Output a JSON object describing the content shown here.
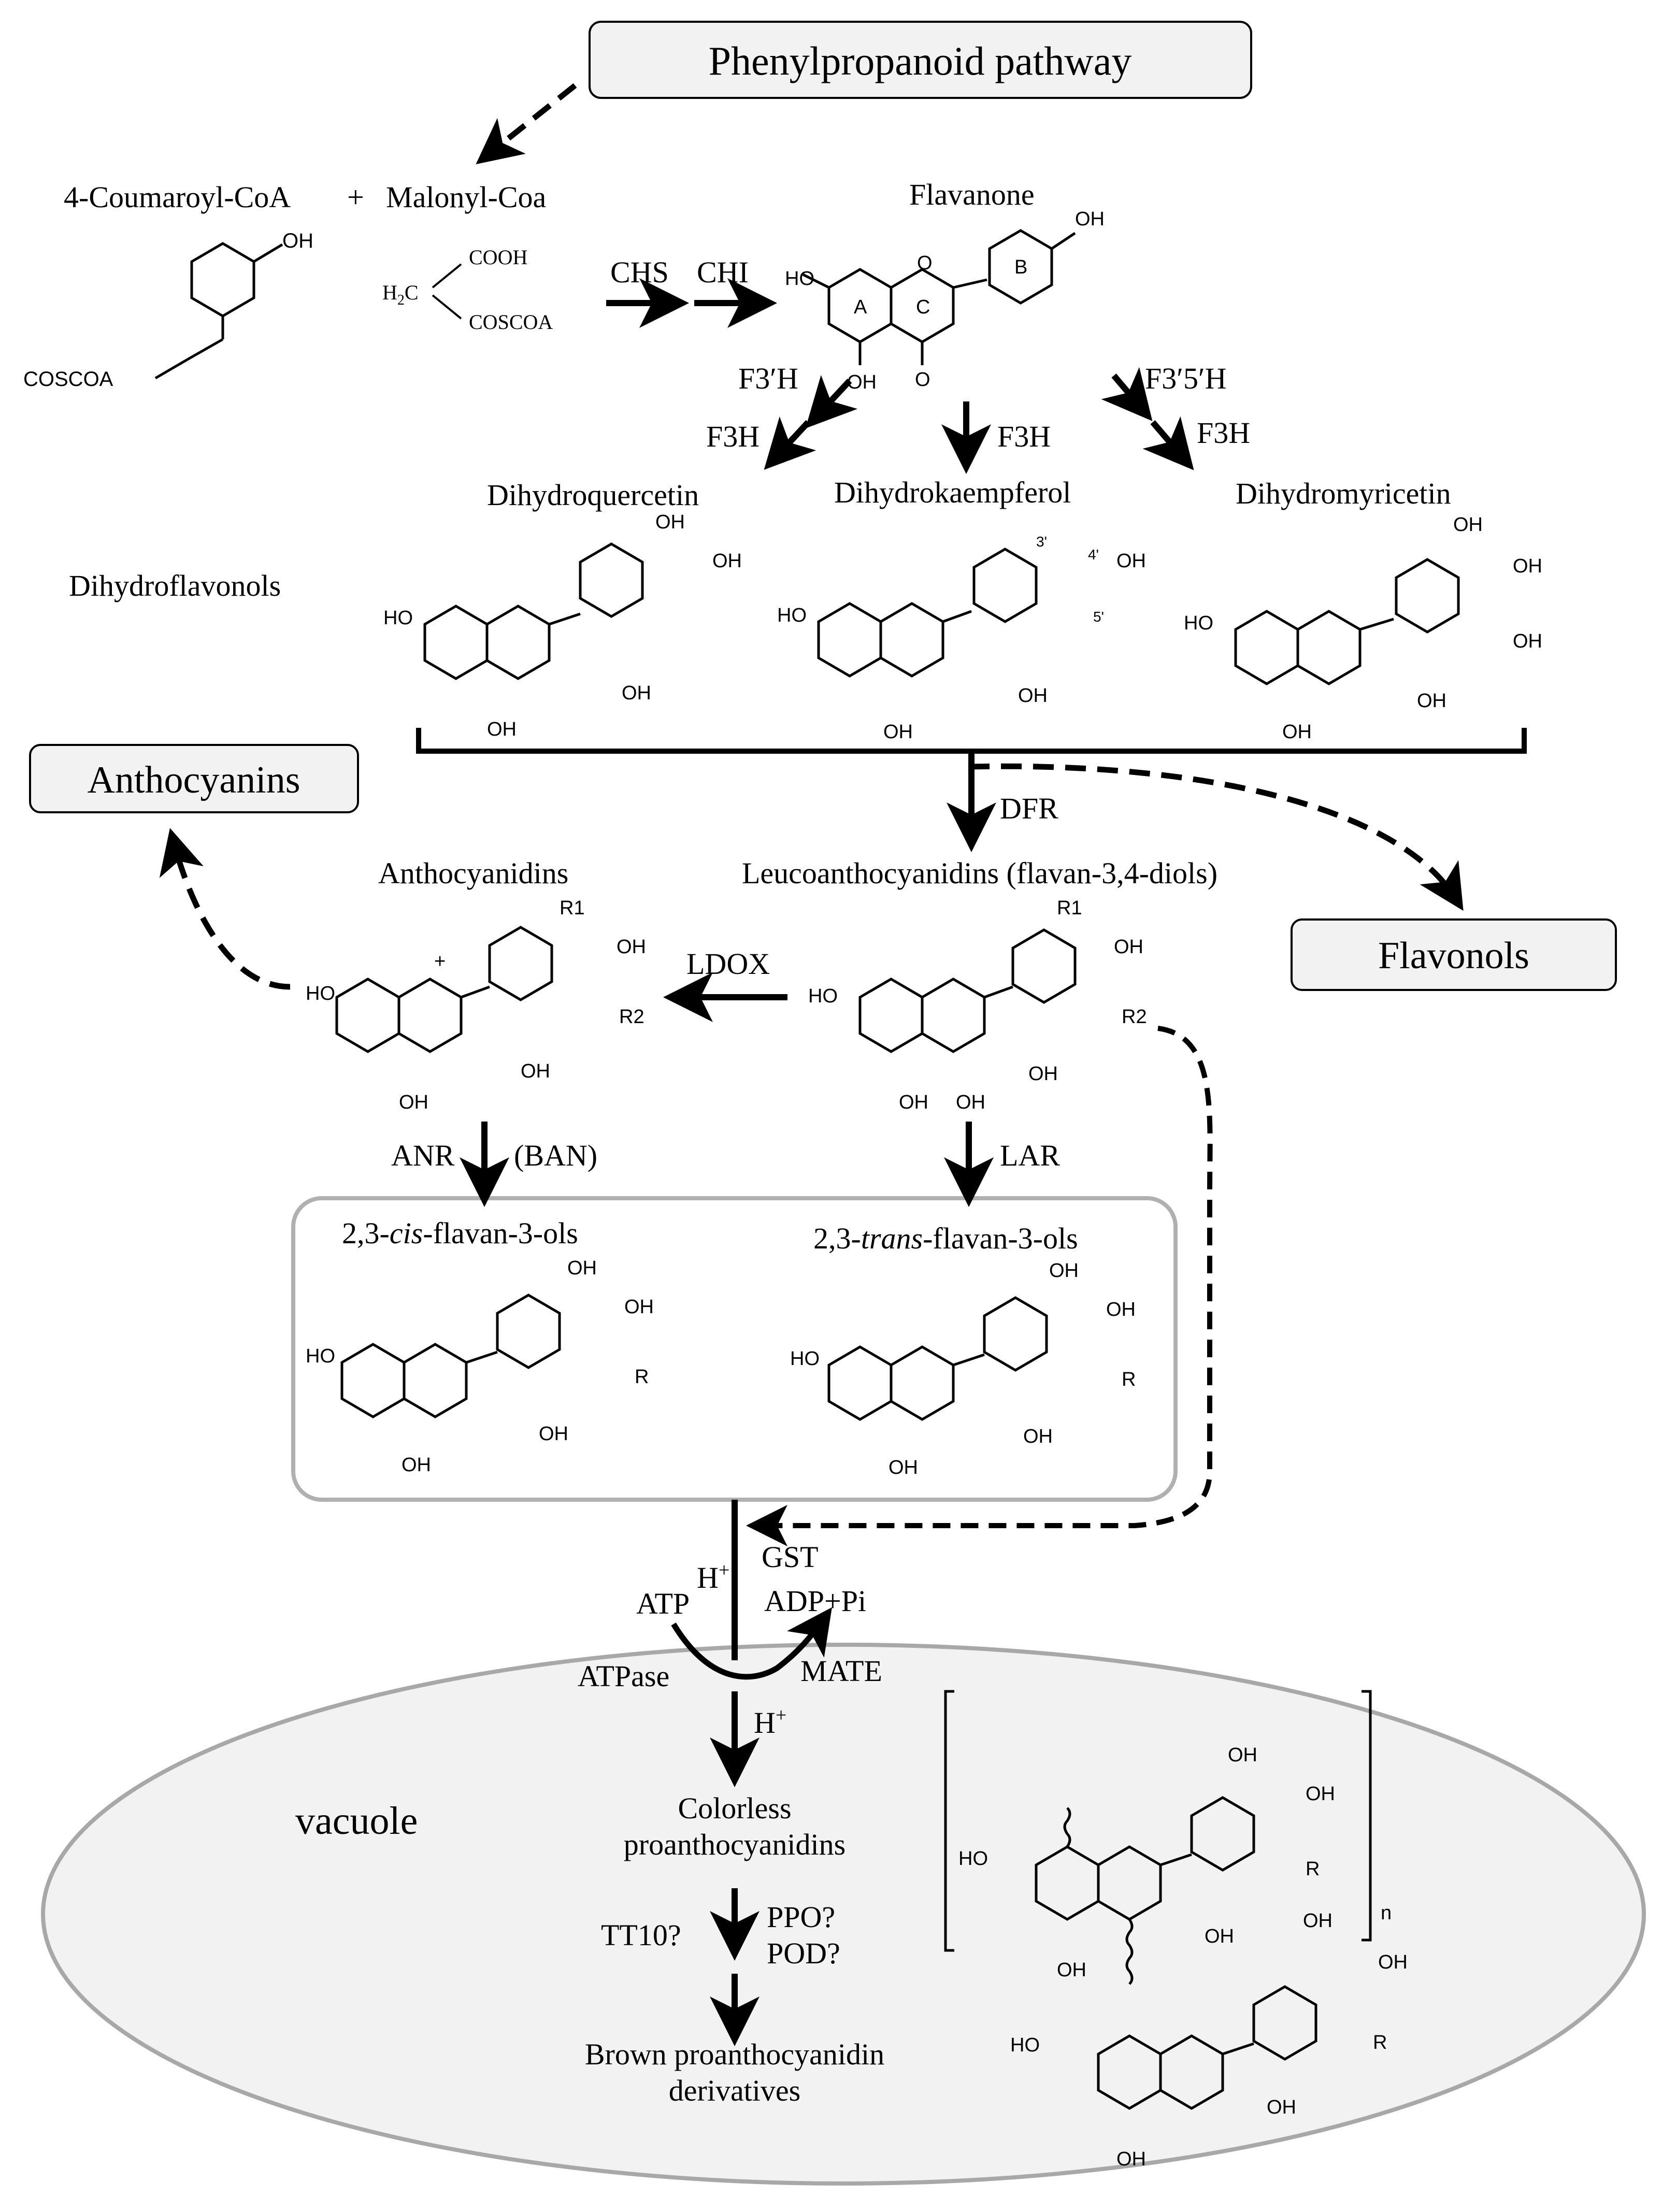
{
  "boxes": {
    "phenylpropanoid": "Phenylpropanoid pathway",
    "anthocyanins": "Anthocyanins",
    "flavonols": "Flavonols"
  },
  "labels": {
    "coumaroyl": "4-Coumaroyl-CoA",
    "plus": "+",
    "malonyl": "Malonyl-Coa",
    "flavanone": "Flavanone",
    "dihydroquercetin": "Dihydroquercetin",
    "dihydrokaempferol": "Dihydrokaempferol",
    "dihydromyricetin": "Dihydromyricetin",
    "dihydroflavonols": "Dihydroflavonols",
    "anthocyanidins": "Anthocyanidins",
    "leucoanthocyanidins": "Leucoanthocyanidins (flavan-3,4-diols)",
    "cis_prefix": "2,3-",
    "cis_italic": "cis",
    "cis_suffix": "-flavan-3-ols",
    "trans_prefix": "2,3-",
    "trans_italic": "trans",
    "trans_suffix": "-flavan-3-ols",
    "vacuole": "vacuole",
    "colorless_1": "Colorless",
    "colorless_2": "proanthocyanidins",
    "brown_1": "Brown proanthocyanidin",
    "brown_2": "derivatives"
  },
  "enzymes": {
    "chs": "CHS",
    "chi": "CHI",
    "f3prime_h": "F3′H",
    "f3h_left": "F3H",
    "f3h_mid": "F3H",
    "f3prime5prime_h": "F3′5′H",
    "f3h_right": "F3H",
    "dfr": "DFR",
    "ldox": "LDOX",
    "anr": "ANR",
    "ban": "(BAN)",
    "lar": "LAR",
    "gst": "GST",
    "atp": "ATP",
    "h_plus_top": "H",
    "adp": "ADP+Pi",
    "atpase": "ATPase",
    "mate": "MATE",
    "h_plus_vac": "H",
    "tt10": "TT10?",
    "ppo": "PPO?",
    "pod": "POD?"
  },
  "structure_labels": {
    "oh": "OH",
    "ho": "HO",
    "o": "O",
    "cooh": "COOH",
    "coscoa": "COSCOA",
    "h2c": "H",
    "ring_a": "A",
    "ring_b": "B",
    "ring_c": "C",
    "r": "R",
    "r1": "R1",
    "r2": "R2",
    "n": "n",
    "pos3": "3'",
    "pos4": "4'",
    "pos5": "5'",
    "plus_charge": "+"
  },
  "colors": {
    "box_fill": "#f2f2f2",
    "box_stroke": "#000000",
    "frame_stroke": "#b0b0b0",
    "vacuole_fill": "#f2f2f2",
    "vacuole_stroke": "#a8a8a8"
  }
}
